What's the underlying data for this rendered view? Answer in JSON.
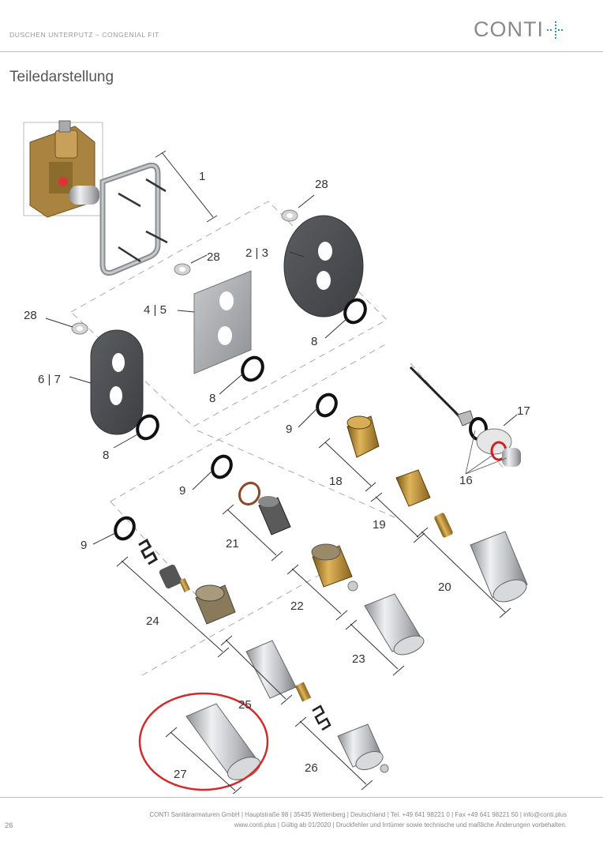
{
  "header": {
    "section": "DUSCHEN UNTERPUTZ – CONGENIAL FIT",
    "logo_text": "CONTI"
  },
  "page_title": "Teiledarstellung",
  "callouts": {
    "p1": "1",
    "p2_3": "2 | 3",
    "p4_5": "4 | 5",
    "p6_7": "6 | 7",
    "p8a": "8",
    "p8b": "8",
    "p8c": "8",
    "p9a": "9",
    "p9b": "9",
    "p9c": "9",
    "p16": "16",
    "p17": "17",
    "p18": "18",
    "p19": "19",
    "p20": "20",
    "p21": "21",
    "p22": "22",
    "p23": "23",
    "p24": "24",
    "p25": "25",
    "p26": "26",
    "p27": "27",
    "p28a": "28",
    "p28b": "28",
    "p28c": "28"
  },
  "footer": {
    "line1": "CONTI Sanitärarmaturen GmbH | Hauptstraße 98 | 35435 Wettenberg | Deutschland | Tel. +49 641 98221 0 | Fax +49 641 98221 50 | info@conti.plus",
    "line2": "www.conti.plus | Gültig ab 01/2020 | Druckfehler und Irrtümer sowie technische und maßliche Änderungen vorbehalten.",
    "page_number": "26"
  },
  "colors": {
    "logo_cross": "#2f8fc8",
    "highlight_circle": "#d42a2a",
    "brass": "#b8923a",
    "chrome": "#c8c9cb",
    "dark_plate": "#4a4a4a",
    "frame": "#8a8d91"
  }
}
